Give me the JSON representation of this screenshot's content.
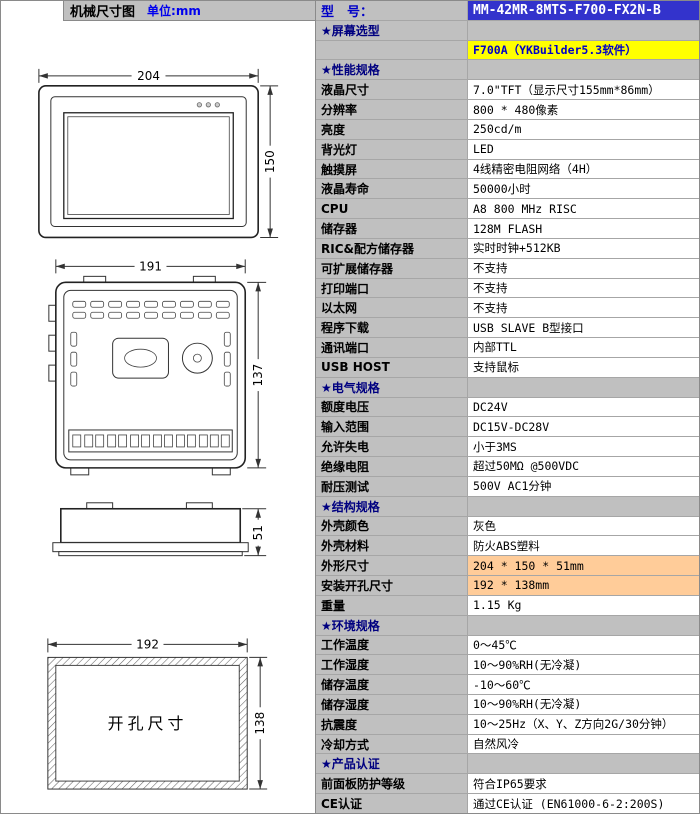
{
  "colors": {
    "header_gray": "#C0C0C0",
    "grid_line": "#A6A6A6",
    "section_text": "#000080",
    "model_label_text": "#0000C8",
    "model_value_bg": "#3333CC",
    "model_value_text": "#FFFFFF",
    "highlight_yellow": "#FFFF00",
    "highlight_orange": "#FFCC99",
    "unit_text": "#0000EE"
  },
  "left_panel": {
    "title": "机械尺寸图",
    "unit": "单位:mm",
    "drawings": {
      "front": {
        "width": "204",
        "height": "150"
      },
      "back": {
        "width": "191",
        "height": "137"
      },
      "side": {
        "height": "51"
      },
      "cutout": {
        "width": "192",
        "height": "138",
        "caption": "开孔尺寸"
      }
    }
  },
  "spec_table": {
    "model": {
      "label": "型　号：",
      "value": "MM-42MR-8MTS-F700-FX2N-B"
    },
    "rows": [
      {
        "type": "section",
        "label": "★屏幕选型",
        "value": ""
      },
      {
        "type": "spec",
        "label": "",
        "value": "F700A（YKBuilder5.3软件）",
        "vs": "yellow"
      },
      {
        "type": "section",
        "label": "★性能规格",
        "value": ""
      },
      {
        "type": "spec",
        "label": "液晶尺寸",
        "value": "7.0\"TFT（显示尺寸155mm*86mm）"
      },
      {
        "type": "spec",
        "label": "分辨率",
        "value": "800 * 480像素"
      },
      {
        "type": "spec",
        "label": "亮度",
        "value": "250cd/m"
      },
      {
        "type": "spec",
        "label": "背光灯",
        "value": "LED"
      },
      {
        "type": "spec",
        "label": "触摸屏",
        "value": "4线精密电阻网络（4H）"
      },
      {
        "type": "spec",
        "label": "液晶寿命",
        "value": "50000小时"
      },
      {
        "type": "spec",
        "label": "CPU",
        "value": "A8 800 MHz RISC"
      },
      {
        "type": "spec",
        "label": "储存器",
        "value": "128M FLASH"
      },
      {
        "type": "spec",
        "label": "RIC&配方储存器",
        "value": "实时时钟+512KB"
      },
      {
        "type": "spec",
        "label": "可扩展储存器",
        "value": "不支持"
      },
      {
        "type": "spec",
        "label": "打印端口",
        "value": "不支持"
      },
      {
        "type": "spec",
        "label": "以太网",
        "value": "不支持"
      },
      {
        "type": "spec",
        "label": "程序下载",
        "value": "USB SLAVE B型接口"
      },
      {
        "type": "spec",
        "label": "通讯端口",
        "value": "内部TTL"
      },
      {
        "type": "spec",
        "label": "USB HOST",
        "value": "支持鼠标"
      },
      {
        "type": "section",
        "label": "★电气规格",
        "value": ""
      },
      {
        "type": "spec",
        "label": "额度电压",
        "value": "DC24V"
      },
      {
        "type": "spec",
        "label": "输入范围",
        "value": "DC15V-DC28V"
      },
      {
        "type": "spec",
        "label": "允许失电",
        "value": "小于3MS"
      },
      {
        "type": "spec",
        "label": "绝缘电阻",
        "value": "超过50MΩ @500VDC"
      },
      {
        "type": "spec",
        "label": "耐压测试",
        "value": "500V AC1分钟"
      },
      {
        "type": "section",
        "label": "★结构规格",
        "value": ""
      },
      {
        "type": "spec",
        "label": "外壳颜色",
        "value": "灰色"
      },
      {
        "type": "spec",
        "label": "外壳材料",
        "value": "防火ABS塑料"
      },
      {
        "type": "spec",
        "label": "外形尺寸",
        "value": "204 * 150 * 51mm",
        "vs": "orange"
      },
      {
        "type": "spec",
        "label": "安装开孔尺寸",
        "value": "192 * 138mm",
        "vs": "orange"
      },
      {
        "type": "spec",
        "label": "重量",
        "value": "1.15 Kg"
      },
      {
        "type": "section",
        "label": "★环境规格",
        "value": ""
      },
      {
        "type": "spec",
        "label": "工作温度",
        "value": "0～45℃"
      },
      {
        "type": "spec",
        "label": "工作湿度",
        "value": "10～90%RH(无冷凝)"
      },
      {
        "type": "spec",
        "label": "储存温度",
        "value": "-10～60℃"
      },
      {
        "type": "spec",
        "label": "储存湿度",
        "value": "10～90%RH(无冷凝)"
      },
      {
        "type": "spec",
        "label": "抗震度",
        "value": "10～25Hz（X、Y、Z方向2G/30分钟）"
      },
      {
        "type": "spec",
        "label": "冷却方式",
        "value": "自然风冷"
      },
      {
        "type": "section",
        "label": "★产品认证",
        "value": ""
      },
      {
        "type": "spec",
        "label": "前面板防护等级",
        "value": "符合IP65要求"
      },
      {
        "type": "spec",
        "label": "CE认证",
        "value": "通过CE认证 (EN61000-6-2:200S)"
      }
    ]
  }
}
